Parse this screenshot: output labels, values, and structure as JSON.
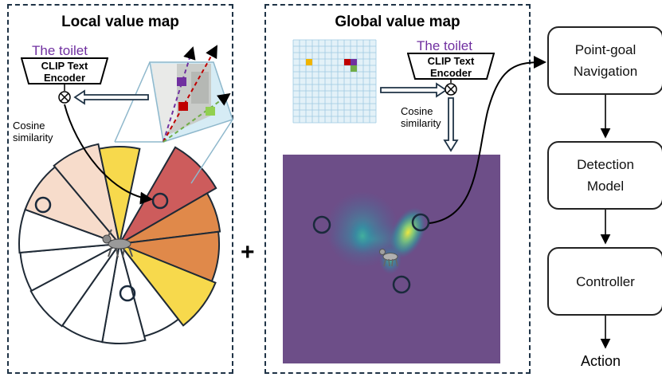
{
  "local_panel": {
    "title": "Local value map",
    "target_text": "The toilet",
    "encoder": "CLIP Text\nEncoder",
    "cosine_label": "Cosine\nsimilarity"
  },
  "global_panel": {
    "title": "Global value map",
    "target_text": "The toilet",
    "encoder": "CLIP Text\nEncoder",
    "cosine_label": "Cosine\nsimilarity"
  },
  "plus_sign": "+",
  "pipeline": {
    "steps": [
      {
        "label": "Point-goal\nNavigation"
      },
      {
        "label": "Detection\nModel"
      },
      {
        "label": "Controller"
      }
    ],
    "output": "Action"
  },
  "colors": {
    "panel_border": "#1f3346",
    "target_text": "#7030a0",
    "sector_red": "#cd5c5c",
    "sector_orange": "#e0894a",
    "sector_yellow": "#f7d94c",
    "sector_light": "#f7dccb",
    "heatmap_bg": "#6b4c87",
    "heatmap_hot": "#f0ec3a",
    "grid_fill": "#e3f1f8",
    "grid_line": "#9ecae1"
  }
}
